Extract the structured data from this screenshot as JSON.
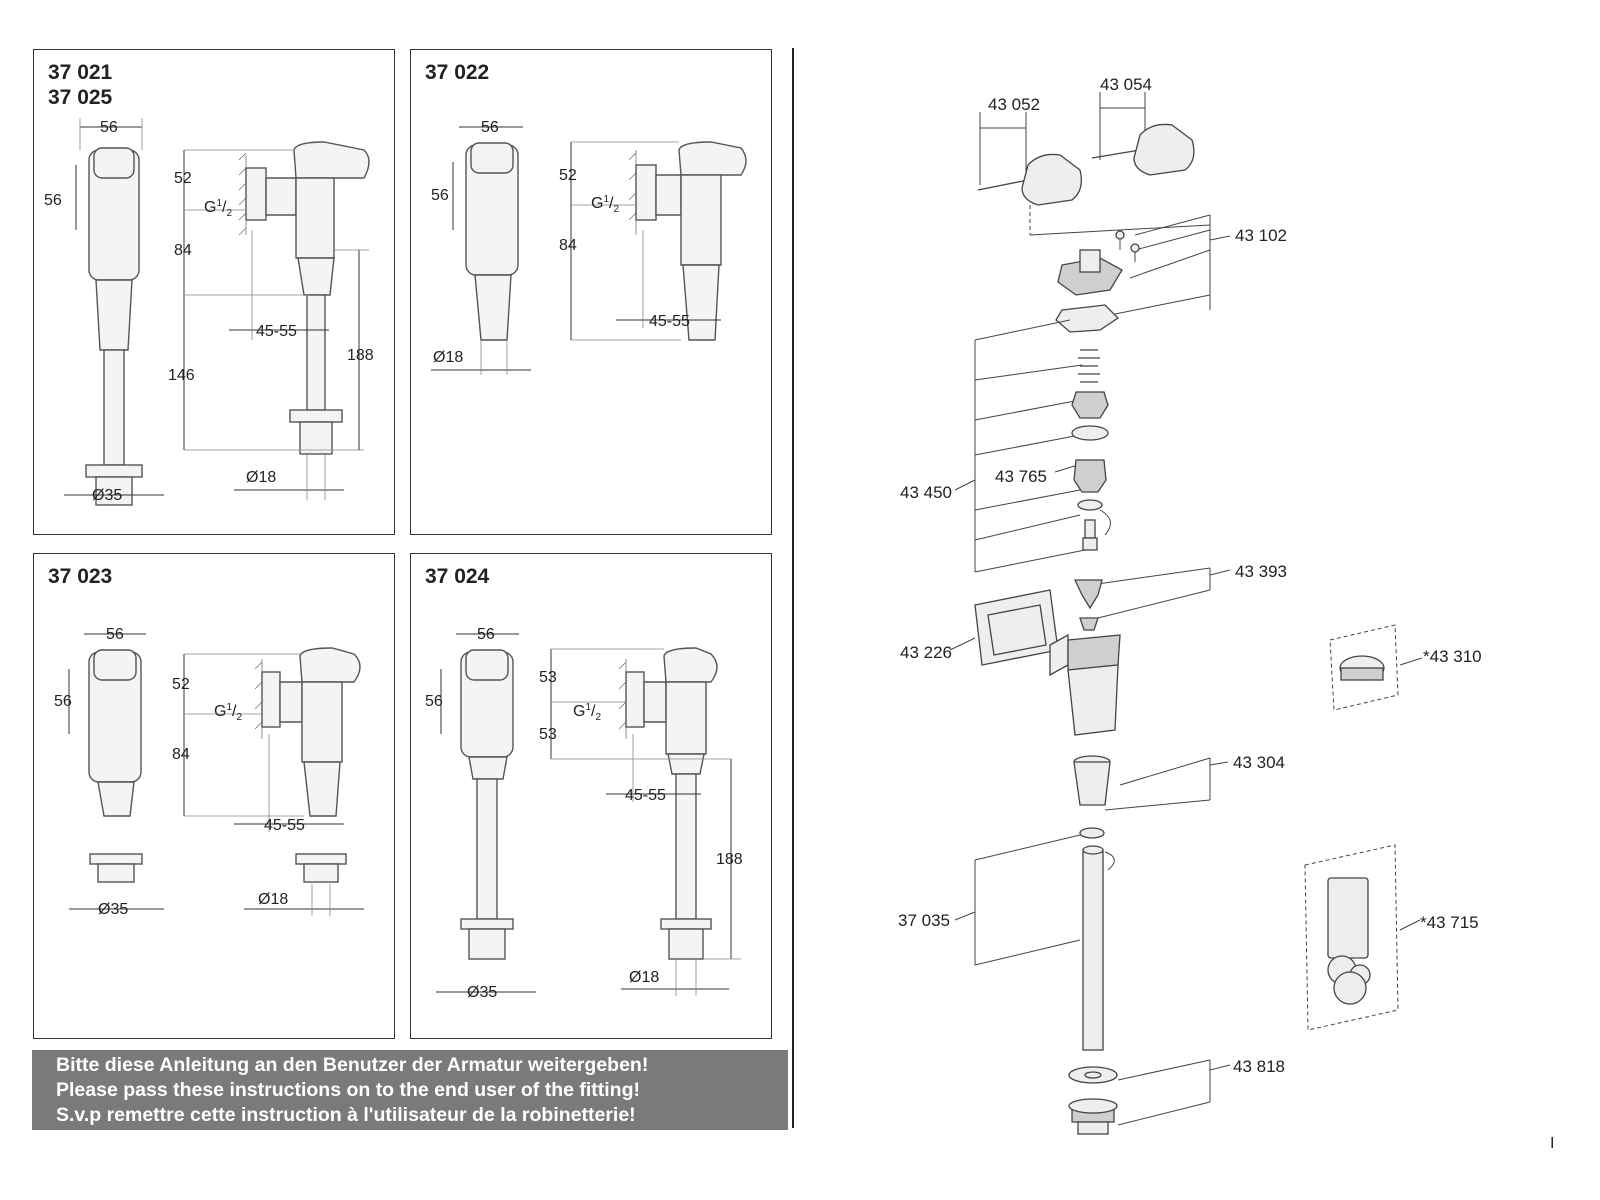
{
  "panels": [
    {
      "id": "37021",
      "titles": [
        "37 021",
        "37 025"
      ]
    },
    {
      "id": "37022",
      "titles": [
        "37 022"
      ]
    },
    {
      "id": "37023",
      "titles": [
        "37 023"
      ]
    },
    {
      "id": "37024",
      "titles": [
        "37 024"
      ]
    }
  ],
  "dims": {
    "w56": "56",
    "h52": "52",
    "h53": "53",
    "h84": "84",
    "h146": "146",
    "h188": "188",
    "d35": "Ø35",
    "d18": "Ø18",
    "r4555": "45-55",
    "thread_G": "G",
    "thread_num": "1",
    "thread_den": "2"
  },
  "notice": [
    "Bitte diese Anleitung an den Benutzer der Armatur weitergeben!",
    "Please pass these instructions on to the end user of the fitting!",
    "S.v.p remettre cette instruction à l'utilisateur de la robinetterie!"
  ],
  "parts": {
    "p43054": "43 054",
    "p43052": "43 052",
    "p43102": "43 102",
    "p43450": "43 450",
    "p43765": "43 765",
    "p43393": "43 393",
    "p43226": "43 226",
    "p43310": "*43 310",
    "p43304": "43 304",
    "p37035": "37 035",
    "p43715": "*43 715",
    "p43818": "43 818"
  },
  "page_mark": "I"
}
